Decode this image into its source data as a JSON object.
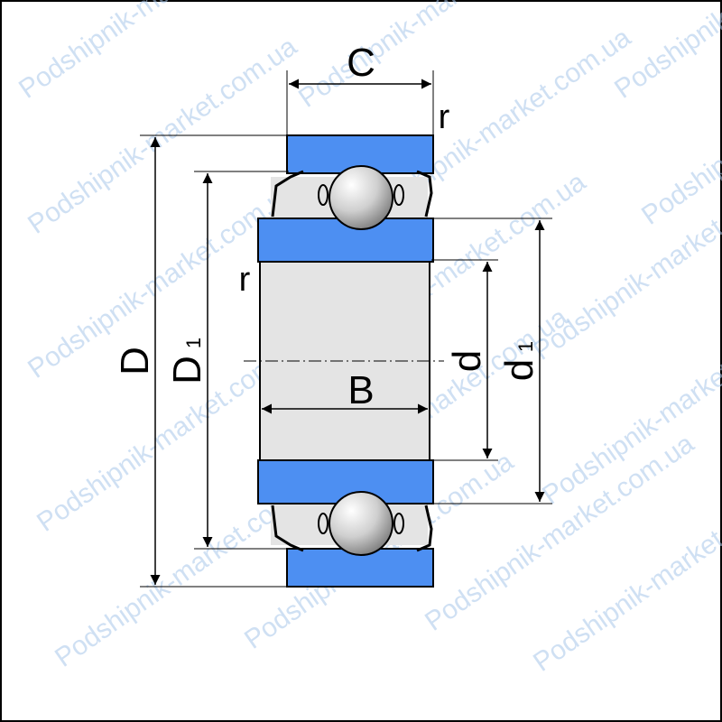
{
  "labels": {
    "C": "C",
    "r_top": "r",
    "r_side": "r",
    "D": "D",
    "D1_main": "D",
    "D1_sub": "1",
    "B": "B",
    "d": "d",
    "d1_main": "d",
    "d1_sub": "1"
  },
  "watermark": "Podshipnik-market.com.ua",
  "colors": {
    "ring": "#4d8ff2",
    "bore": "#e4e4e4",
    "outline": "#000000",
    "ball_light": "#ffffff",
    "ball_dark": "#8a8a8a",
    "watermark": "#a9c7ea"
  }
}
